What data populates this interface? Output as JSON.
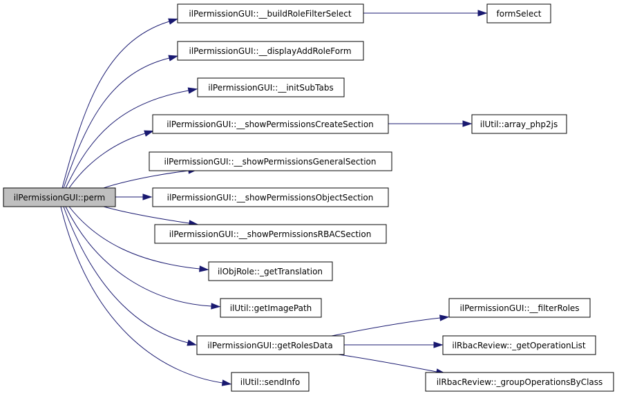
{
  "diagram": {
    "type": "call-graph",
    "colors": {
      "edge": "#191970",
      "root_fill": "#bfbfbf",
      "node_fill": "#ffffff",
      "node_border": "#000000"
    },
    "nodes": {
      "perm": "ilPermissionGUI::perm",
      "buildRoleFilterSelect": "ilPermissionGUI::__buildRoleFilterSelect",
      "formSelect": "formSelect",
      "displayAddRoleForm": "ilPermissionGUI::__displayAddRoleForm",
      "initSubTabs": "ilPermissionGUI::__initSubTabs",
      "showPermissionsCreateSection": "ilPermissionGUI::__showPermissionsCreateSection",
      "arrayPhp2js": "ilUtil::array_php2js",
      "showPermissionsGeneralSection": "ilPermissionGUI::__showPermissionsGeneralSection",
      "showPermissionsObjectSection": "ilPermissionGUI::__showPermissionsObjectSection",
      "showPermissionsRBACSection": "ilPermissionGUI::__showPermissionsRBACSection",
      "getTranslation": "ilObjRole::_getTranslation",
      "getImagePath": "ilUtil::getImagePath",
      "getRolesData": "ilPermissionGUI::getRolesData",
      "filterRoles": "ilPermissionGUI::__filterRoles",
      "getOperationList": "ilRbacReview::_getOperationList",
      "groupOperationsByClass": "ilRbacReview::_groupOperationsByClass",
      "sendInfo": "ilUtil::sendInfo"
    },
    "edges": [
      [
        "perm",
        "buildRoleFilterSelect"
      ],
      [
        "perm",
        "displayAddRoleForm"
      ],
      [
        "perm",
        "initSubTabs"
      ],
      [
        "perm",
        "showPermissionsCreateSection"
      ],
      [
        "perm",
        "showPermissionsGeneralSection"
      ],
      [
        "perm",
        "showPermissionsObjectSection"
      ],
      [
        "perm",
        "showPermissionsRBACSection"
      ],
      [
        "perm",
        "getTranslation"
      ],
      [
        "perm",
        "getImagePath"
      ],
      [
        "perm",
        "getRolesData"
      ],
      [
        "perm",
        "sendInfo"
      ],
      [
        "buildRoleFilterSelect",
        "formSelect"
      ],
      [
        "showPermissionsCreateSection",
        "arrayPhp2js"
      ],
      [
        "getRolesData",
        "filterRoles"
      ],
      [
        "getRolesData",
        "getOperationList"
      ],
      [
        "getRolesData",
        "groupOperationsByClass"
      ]
    ]
  }
}
